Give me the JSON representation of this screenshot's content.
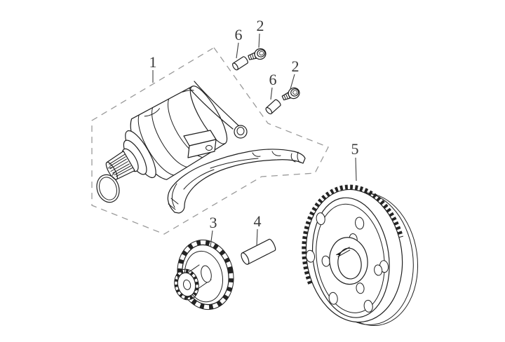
{
  "diagram": {
    "background_color": "#ffffff",
    "line_color": "#1f1f1f",
    "boundary_color": "#9a9a9a",
    "label_color": "#3a3a3a",
    "callouts": [
      {
        "name": "starter-motor-assembly",
        "label": "1"
      },
      {
        "name": "flange-bolt-upper",
        "label": "2"
      },
      {
        "name": "spacer-collar-upper",
        "label": "6"
      },
      {
        "name": "flange-bolt-lower",
        "label": "2"
      },
      {
        "name": "spacer-collar-lower",
        "label": "6"
      },
      {
        "name": "starter-idler-gear",
        "label": "3"
      },
      {
        "name": "idler-gear-shaft",
        "label": "4"
      },
      {
        "name": "flywheel-ring-gear",
        "label": "5"
      }
    ]
  }
}
